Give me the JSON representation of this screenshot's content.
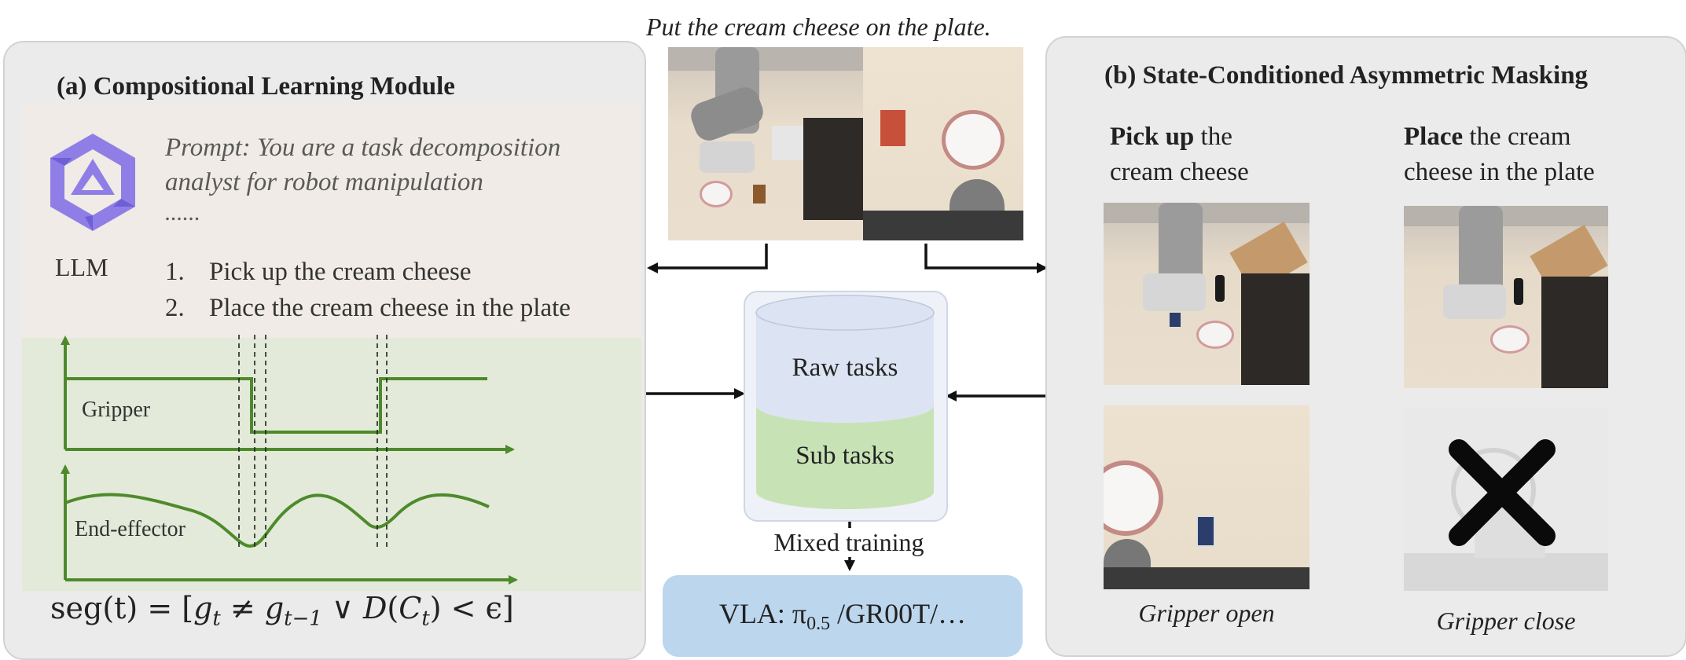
{
  "instruction": "Put the cream cheese on the plate.",
  "panel_a": {
    "title": "(a) Compositional Learning Module",
    "llm_label": "LLM",
    "prompt_line1": "Prompt: You are a task decomposition",
    "prompt_line2": "analyst for robot manipulation",
    "prompt_ellipsis": "......",
    "subtasks": [
      {
        "num": "1.",
        "text": "Pick up the cream cheese"
      },
      {
        "num": "2.",
        "text": "Place the cream cheese in the plate"
      }
    ],
    "gripper_label": "Gripper",
    "ee_label": "End-effector",
    "formula": "seg(t) = [g_t ≠ g_{t−1} ∨ D(C_t) < ϵ]",
    "formula_parts": {
      "seg": "seg(t) = [",
      "g1": "g",
      "s1": "t",
      "neq": " ≠ ",
      "g2": "g",
      "s2": "t−1",
      "or": " ∨ ",
      "D": "D",
      "open": "(",
      "C": "C",
      "s3": "t",
      "close": ") < ϵ]"
    }
  },
  "center": {
    "db_top": "Raw tasks",
    "db_bottom": "Sub tasks",
    "mixed_training": "Mixed training",
    "vla": "VLA: π",
    "vla_sub": "0.5",
    "vla_rest": " /GR00T/…"
  },
  "panel_b": {
    "title": "(b) State-Conditioned Asymmetric Masking",
    "col1_bold": "Pick up",
    "col1_rest": " the",
    "col1_line2": "cream cheese",
    "col2_bold": "Place",
    "col2_rest": " the cream",
    "col2_line2": "cheese in the plate",
    "caption_left": "Gripper open",
    "caption_right": "Gripper close"
  },
  "colors": {
    "panel": "#ebebeb",
    "prompt_box": "#f0ebe6",
    "graph_bg": "#e3ead9",
    "green_line": "#4e8a2c",
    "db_blue": "#dce4f3",
    "db_green": "#c7e3b6",
    "vla_box": "#bcd6ee",
    "llm_icon": "#8f7ee6"
  }
}
